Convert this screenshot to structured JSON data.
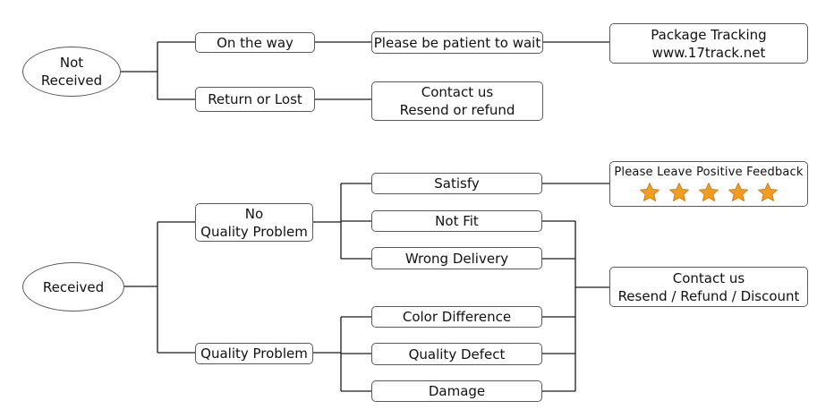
{
  "not_received": {
    "root": [
      "Not",
      "Received"
    ],
    "on_the_way": "On the way",
    "be_patient": "Please be patient to wait",
    "tracking": [
      "Package Tracking",
      "www.17track.net"
    ],
    "return_or_lost": "Return or Lost",
    "contact": [
      "Contact us",
      "Resend or refund"
    ]
  },
  "received": {
    "root": "Received",
    "no_quality_problem": [
      "No",
      "Quality Problem"
    ],
    "satisfy": "Satisfy",
    "feedback": "Please Leave Positive Feedback",
    "feedback_stars": 5,
    "not_fit": "Not Fit",
    "wrong_delivery": "Wrong Delivery",
    "quality_problem": "Quality Problem",
    "color_difference": "Color Difference",
    "quality_defect": "Quality Defect",
    "damage": "Damage",
    "contact": [
      "Contact us",
      "Resend / Refund / Discount"
    ]
  },
  "colors": {
    "line": "#1a1a1a",
    "border": "#5a5a5a",
    "star_fill": "#f39c1f",
    "star_edge": "#c77210"
  }
}
